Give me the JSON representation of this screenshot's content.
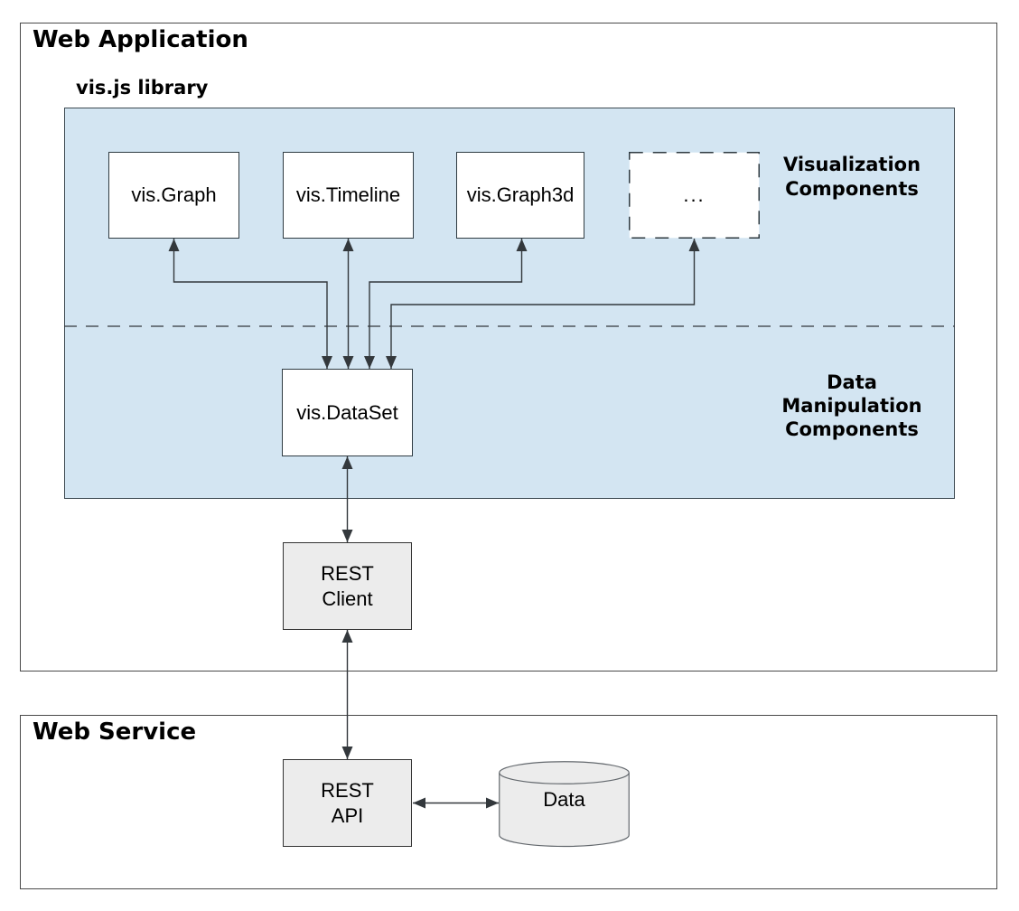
{
  "web_application": {
    "title": "Web Application"
  },
  "vis_library": {
    "label": "vis.js library"
  },
  "components": [
    {
      "label": "vis.Graph"
    },
    {
      "label": "vis.Timeline"
    },
    {
      "label": "vis.Graph3d"
    },
    {
      "label": "..."
    }
  ],
  "section_labels": {
    "visualization": {
      "line1": "Visualization",
      "line2": "Components"
    },
    "data_manipulation": {
      "line1": "Data",
      "line2": "Manipulation",
      "line3": "Components"
    }
  },
  "dataset": {
    "label": "vis.DataSet"
  },
  "rest_client": {
    "line1": "REST",
    "line2": "Client"
  },
  "web_service": {
    "title": "Web Service"
  },
  "rest_api": {
    "line1": "REST",
    "line2": "API"
  },
  "data_store": {
    "label": "Data"
  },
  "colors": {
    "panel_fill": "#d3e5f2",
    "panel_border": "#3d4a52",
    "box_border": "#2f3b42",
    "outer_border": "#4a4a4a",
    "gray_fill": "#ececec",
    "arrow": "#33383c",
    "text": "#000000"
  }
}
